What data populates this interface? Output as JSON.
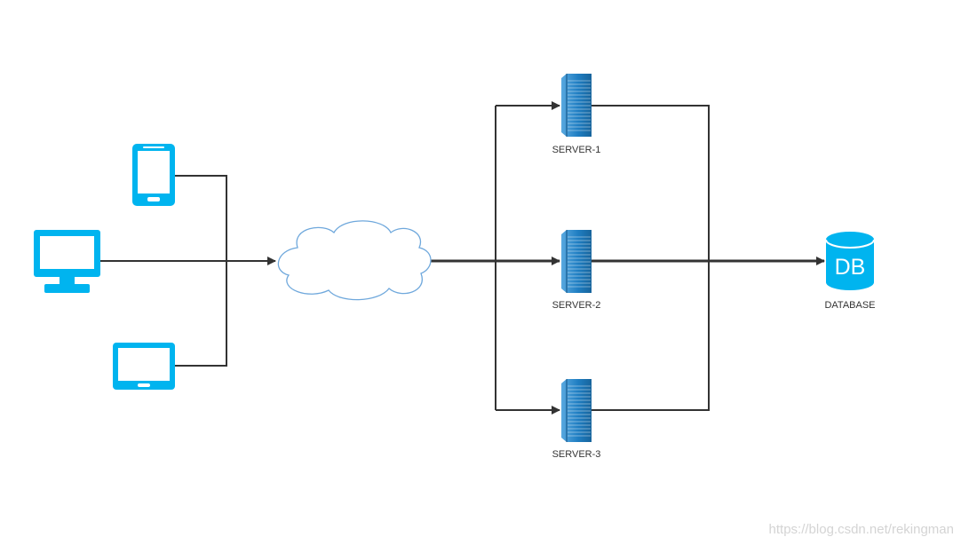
{
  "colors": {
    "device": "#00b4ef",
    "server": "#1f7ec2",
    "server_light": "#5aa9e0",
    "database": "#00b4ef",
    "cloud_stroke": "#6fa8dc",
    "line": "#333333"
  },
  "icons": {
    "phone": "phone-icon",
    "desktop": "monitor-icon",
    "tablet": "tablet-icon",
    "cloud": "cloud-icon",
    "server": "server-rack-icon",
    "database": "database-icon"
  },
  "servers": [
    {
      "label": "SERVER-1"
    },
    {
      "label": "SERVER-2"
    },
    {
      "label": "SERVER-3"
    }
  ],
  "database": {
    "icon_text": "DB",
    "label": "DATABASE"
  },
  "watermark": "https://blog.csdn.net/rekingman"
}
